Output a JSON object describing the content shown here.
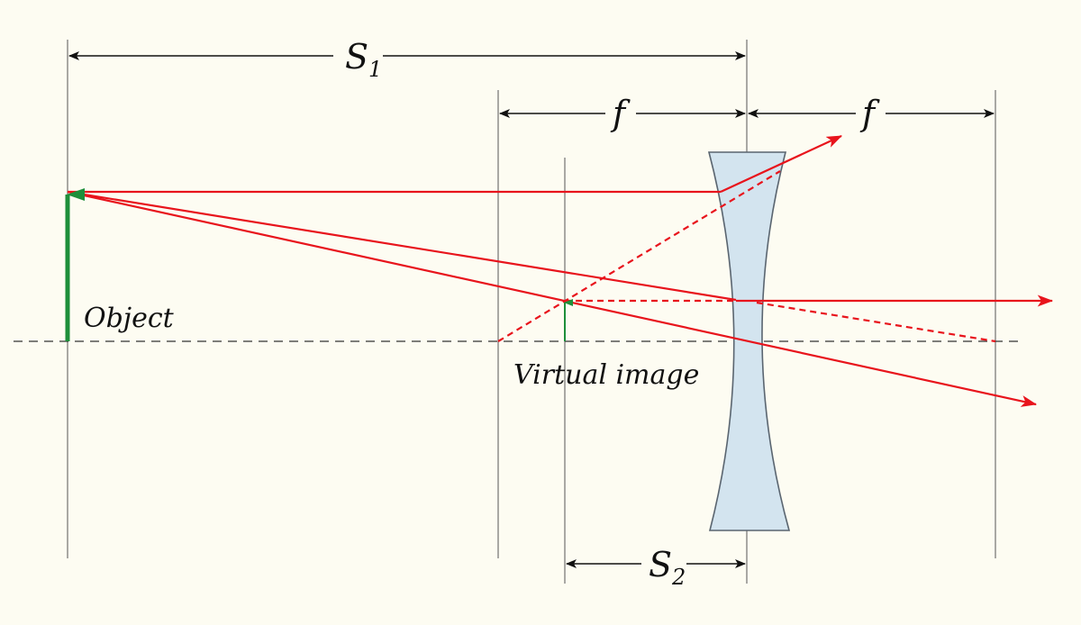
{
  "labels": {
    "object": "Object",
    "virtual_image": "Virtual image",
    "s1_main": "S",
    "s1_sub": "1",
    "s2_main": "S",
    "s2_sub": "2",
    "f_left": "f",
    "f_right": "f"
  },
  "colors": {
    "background": "#fdfcf2",
    "ray": "#e8141c",
    "object_arrow": "#1e8f3a",
    "lens_fill": "#d3e4ef",
    "lens_stroke": "#5a6570"
  }
}
